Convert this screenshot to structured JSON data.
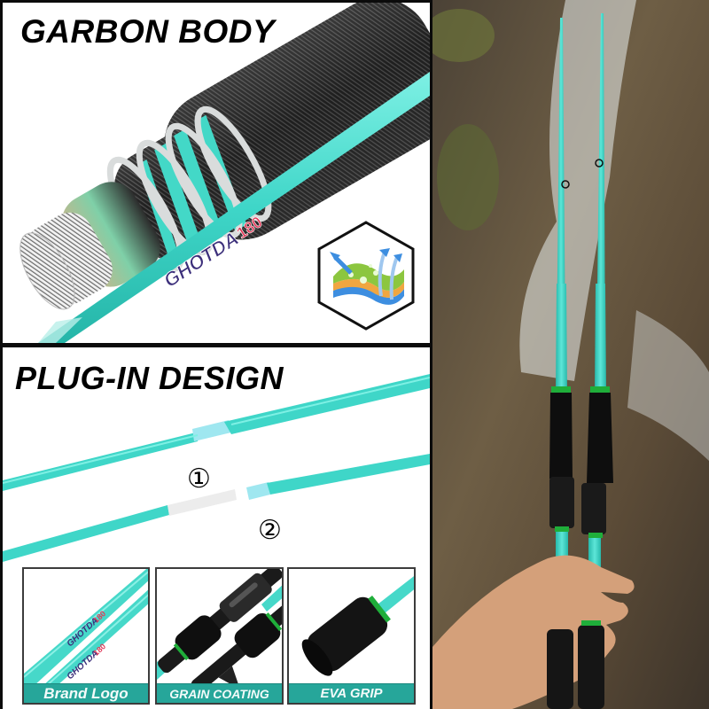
{
  "sections": {
    "carbon_body": {
      "title": "GARBON BODY",
      "rod_brand": "GHOTDA",
      "rod_model": "180",
      "badge_icon": "waterproof-breathable-layers-icon"
    },
    "plug_in": {
      "title": "PLUG-IN DESIGN",
      "step_1": "①",
      "step_2": "②"
    },
    "features": [
      {
        "label": "Brand Logo",
        "logo_text": "GHOTDA",
        "logo_model": "180"
      },
      {
        "label": "GRAIN COATING"
      },
      {
        "label": "EVA GRIP"
      }
    ]
  },
  "photo": {
    "subject": "two teal fishing rods held in hand against wet rocky waterfall"
  },
  "colors": {
    "rod_teal": "#3fd6c8",
    "rod_teal_dark": "#22b3a6",
    "label_bar": "#26a69a",
    "border": "#0b0b0b",
    "grip_black": "#141414",
    "reel_seat_green": "#1fae3a"
  }
}
